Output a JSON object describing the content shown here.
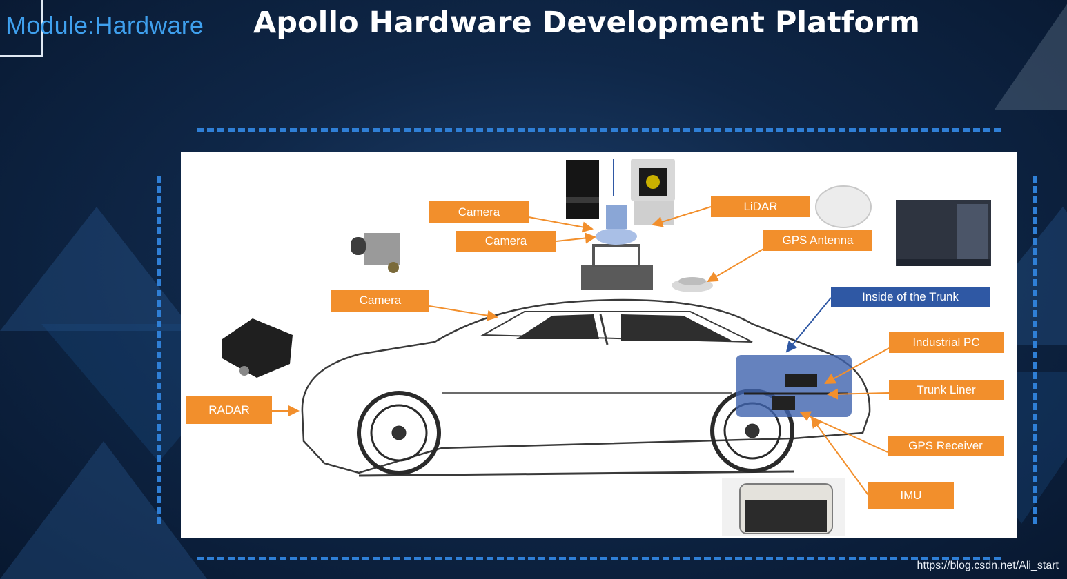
{
  "header": {
    "module_tag": "Module:Hardware",
    "title": "Apollo Hardware Development Platform"
  },
  "labels": {
    "camera_top1": "Camera",
    "camera_top2": "Camera",
    "camera_side": "Camera",
    "lidar": "LiDAR",
    "gps_antenna": "GPS Antenna",
    "inside_trunk": "Inside of the Trunk",
    "industrial_pc": "Industrial PC",
    "trunk_liner": "Trunk Liner",
    "gps_receiver": "GPS Receiver",
    "imu": "IMU",
    "radar": "RADAR"
  },
  "colors": {
    "label_orange": "#f28f2c",
    "label_blue": "#2f58a4",
    "accent_blue": "#2f7fd6",
    "module_blue": "#3fa0ee"
  },
  "footer": {
    "watermark": "https://blog.csdn.net/Ali_start"
  }
}
